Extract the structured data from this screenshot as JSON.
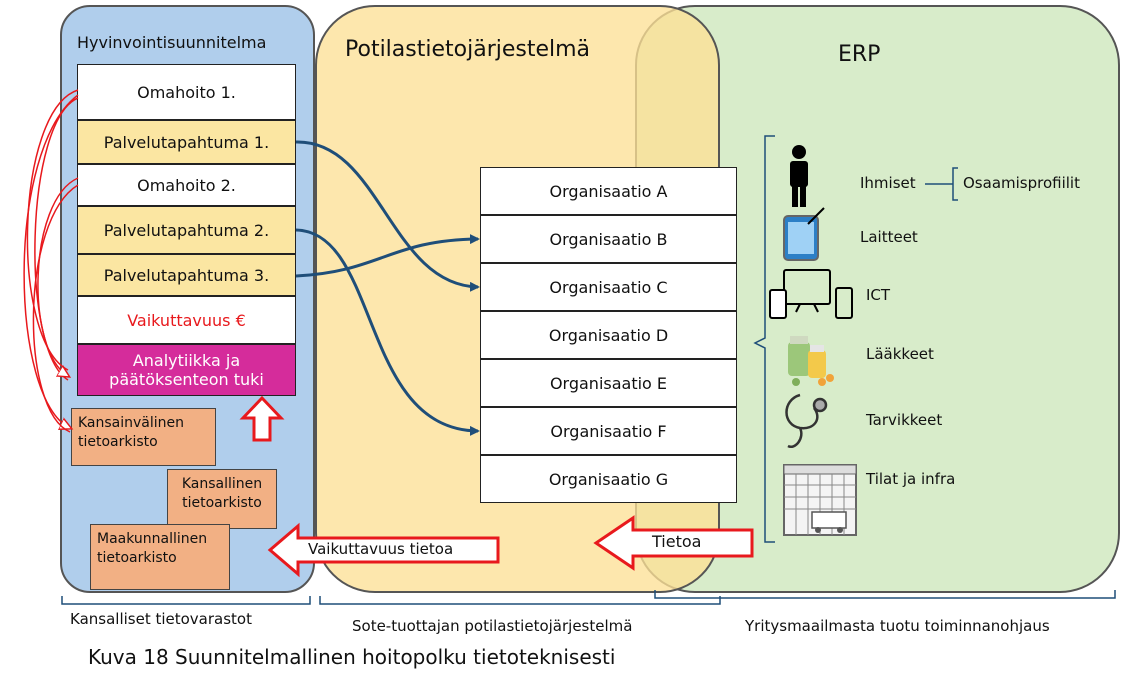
{
  "regions": {
    "left_title": "Hyvinvointisuunnitelma",
    "mid_title": "Potilastietojärjestelmä",
    "right_title": "ERP"
  },
  "plan_items": [
    "Omahoito 1.",
    "Palvelutapahtuma 1.",
    "Omahoito 2.",
    "Palvelutapahtuma 2.",
    "Palvelutapahtuma 3.",
    "Vaikuttavuus €",
    "Analytiikka ja päätöksenteon tuki"
  ],
  "archives": [
    "Kansainvälinen tietoarkisto",
    "Kansallinen tietoarkisto",
    "Maakunnallinen tietoarkisto"
  ],
  "organizations": [
    "Organisaatio A",
    "Organisaatio B",
    "Organisaatio C",
    "Organisaatio D",
    "Organisaatio E",
    "Organisaatio F",
    "Organisaatio G"
  ],
  "erp_items": {
    "people": "Ihmiset",
    "skills": "Osaamisprofiilit",
    "devices": "Laitteet",
    "ict": "ICT",
    "medicines": "Lääkkeet",
    "supplies": "Tarvikkeet",
    "facilities": "Tilat ja infra"
  },
  "arrows": {
    "data_arrow": "Tietoa",
    "impact_arrow": "Vaikuttavuus tietoa"
  },
  "bottom_labels": {
    "left": "Kansalliset tietovarastot",
    "mid": "Sote-tuottajan potilastietojärjestelmä",
    "right": "Yritysmaailmasta tuotu toiminnanohjaus"
  },
  "caption": "Kuva 18 Suunnitelmallinen hoitopolku tietoteknisesti",
  "colors": {
    "left_region": "#96bee6",
    "mid_region": "#fce096",
    "right_region": "#c8e4b4",
    "plan_yellow": "#fbe6a2",
    "analytics_magenta": "#d52c9b",
    "archive_orange": "#f2b084",
    "arrow_red": "#e8191d",
    "connector_blue": "#1f4e79"
  },
  "icons": [
    "person-icon",
    "tablet-icon",
    "computer-devices-icon",
    "medicine-icon",
    "stethoscope-icon",
    "hospital-icon"
  ]
}
